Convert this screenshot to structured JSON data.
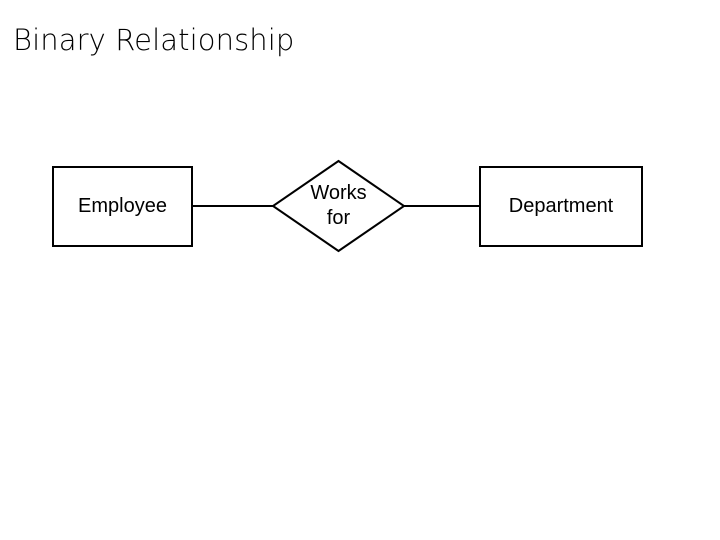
{
  "slide": {
    "title": "Binary Relationship",
    "background_color": "#ffffff",
    "stroke_color": "#000000",
    "text_color": "#000000"
  },
  "diagram": {
    "type": "entity-relationship",
    "entities": [
      {
        "id": "employee",
        "label": "Employee",
        "shape": "rectangle"
      },
      {
        "id": "department",
        "label": "Department",
        "shape": "rectangle"
      }
    ],
    "relationships": [
      {
        "id": "works-for",
        "shape": "diamond",
        "label_line1": "Works",
        "label_line2": "for",
        "connects": [
          "employee",
          "department"
        ]
      }
    ],
    "connectors": [
      {
        "id": "employee-to-works-for",
        "from": "employee",
        "to": "works-for"
      },
      {
        "id": "works-for-to-department",
        "from": "works-for",
        "to": "department"
      }
    ]
  }
}
